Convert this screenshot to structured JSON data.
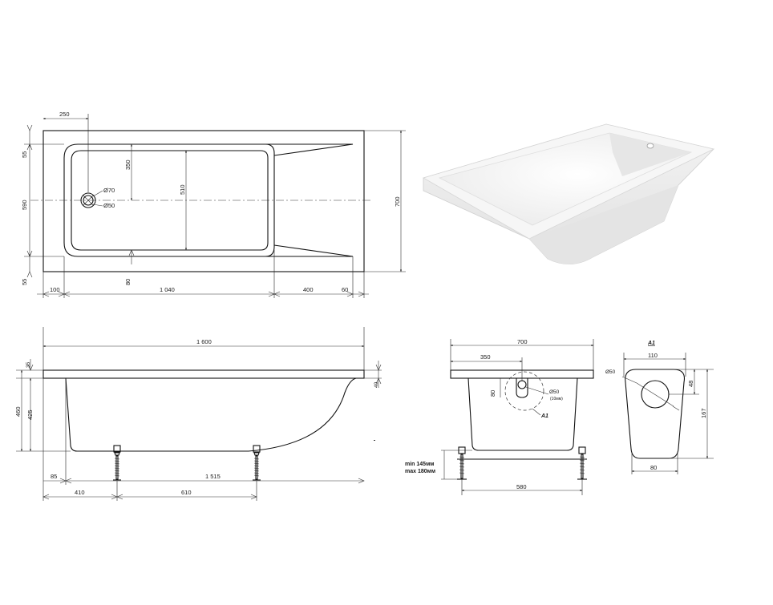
{
  "top_view": {
    "dim_250": "250",
    "dim_55_top": "55",
    "dim_590": "590",
    "dim_55_bottom": "55",
    "dim_350": "350",
    "dim_510": "510",
    "dim_80": "80",
    "dim_100": "100",
    "dim_1040": "1 040",
    "dim_400": "400",
    "dim_60": "60",
    "dim_700": "700",
    "drain_outer": "Ø70",
    "drain_inner": "Ø50"
  },
  "side_view": {
    "dim_1600": "1 600",
    "dim_35": "35",
    "dim_40": "40",
    "dim_460": "460",
    "dim_425": "425",
    "dim_85": "85",
    "dim_1515": "1 515",
    "dim_410": "410",
    "dim_610": "610"
  },
  "end_view": {
    "dim_700": "700",
    "dim_350": "350",
    "dim_80": "80",
    "overflow": "Ø50",
    "overflow_note": "(10мм)",
    "callout": "A1",
    "leg_min": "min 145мм",
    "leg_max": "max 180мм",
    "dim_580": "580"
  },
  "detail_a1": {
    "title": "A1",
    "dim_110": "110",
    "hole": "Ø50",
    "dim_48": "48",
    "dim_167": "167",
    "dim_80": "80"
  },
  "colors": {
    "line": "#111111",
    "background": "#ffffff",
    "tub": "#f2f2f2"
  }
}
